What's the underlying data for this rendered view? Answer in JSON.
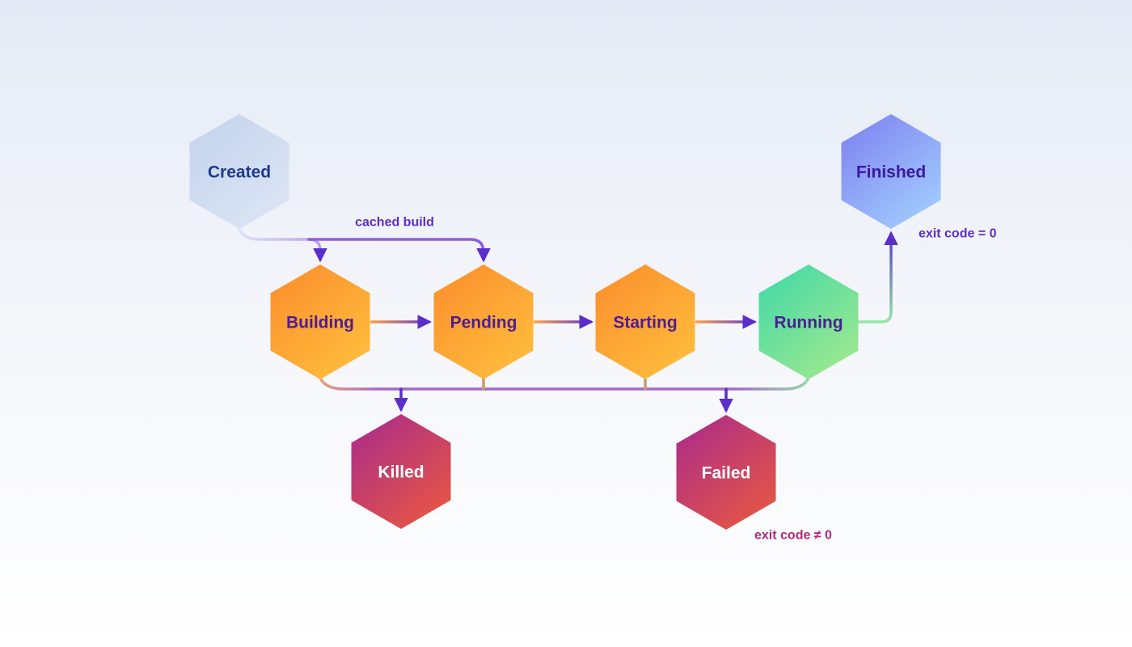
{
  "diagram": {
    "nodes": [
      {
        "id": "created",
        "label": "Created",
        "text_color": "#1e3a8a",
        "fill": [
          "#c3d3ee",
          "#dde6f3"
        ]
      },
      {
        "id": "building",
        "label": "Building",
        "text_color": "#4c1d95",
        "fill": [
          "#fb8c2d",
          "#ffc23d"
        ]
      },
      {
        "id": "pending",
        "label": "Pending",
        "text_color": "#4c1d95",
        "fill": [
          "#fb8c2d",
          "#ffc23d"
        ]
      },
      {
        "id": "starting",
        "label": "Starting",
        "text_color": "#4c1d95",
        "fill": [
          "#fb8c2d",
          "#ffc23d"
        ]
      },
      {
        "id": "running",
        "label": "Running",
        "text_color": "#4c1d95",
        "fill": [
          "#3ed8a8",
          "#a8ea8c"
        ]
      },
      {
        "id": "finished",
        "label": "Finished",
        "text_color": "#3b1a9e",
        "fill": [
          "#7c7ff0",
          "#a5d4ff"
        ]
      },
      {
        "id": "killed",
        "label": "Killed",
        "text_color": "#ffffff",
        "fill": [
          "#a82a8e",
          "#ec5a3c"
        ]
      },
      {
        "id": "failed",
        "label": "Failed",
        "text_color": "#ffffff",
        "fill": [
          "#a82a8e",
          "#ec5a3c"
        ]
      }
    ],
    "edge_labels": {
      "cached_build": "cached build",
      "exit_ok": "exit code = 0",
      "exit_fail": "exit code ≠ 0"
    },
    "colors": {
      "arrow": "#5b2ec9",
      "edge_purple": "#8f5ce0",
      "edge_fail": "#a46cc4",
      "edge_fail_text": "#b0287a",
      "edge_ok_text": "#5b2ec9"
    }
  }
}
